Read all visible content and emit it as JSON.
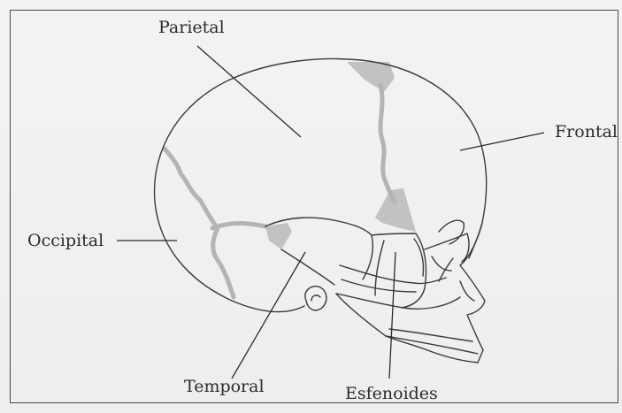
{
  "labels": {
    "parietal": "Parietal",
    "frontal": "Frontal",
    "occipital": "Occipital",
    "temporal": "Temporal",
    "esfenoides": "Esfenoides"
  },
  "colors": {
    "line": "#3a3a3a",
    "fontanelle": "#bdbdbd",
    "suture": "#b9b9b9",
    "background": "#f1f0ee"
  }
}
